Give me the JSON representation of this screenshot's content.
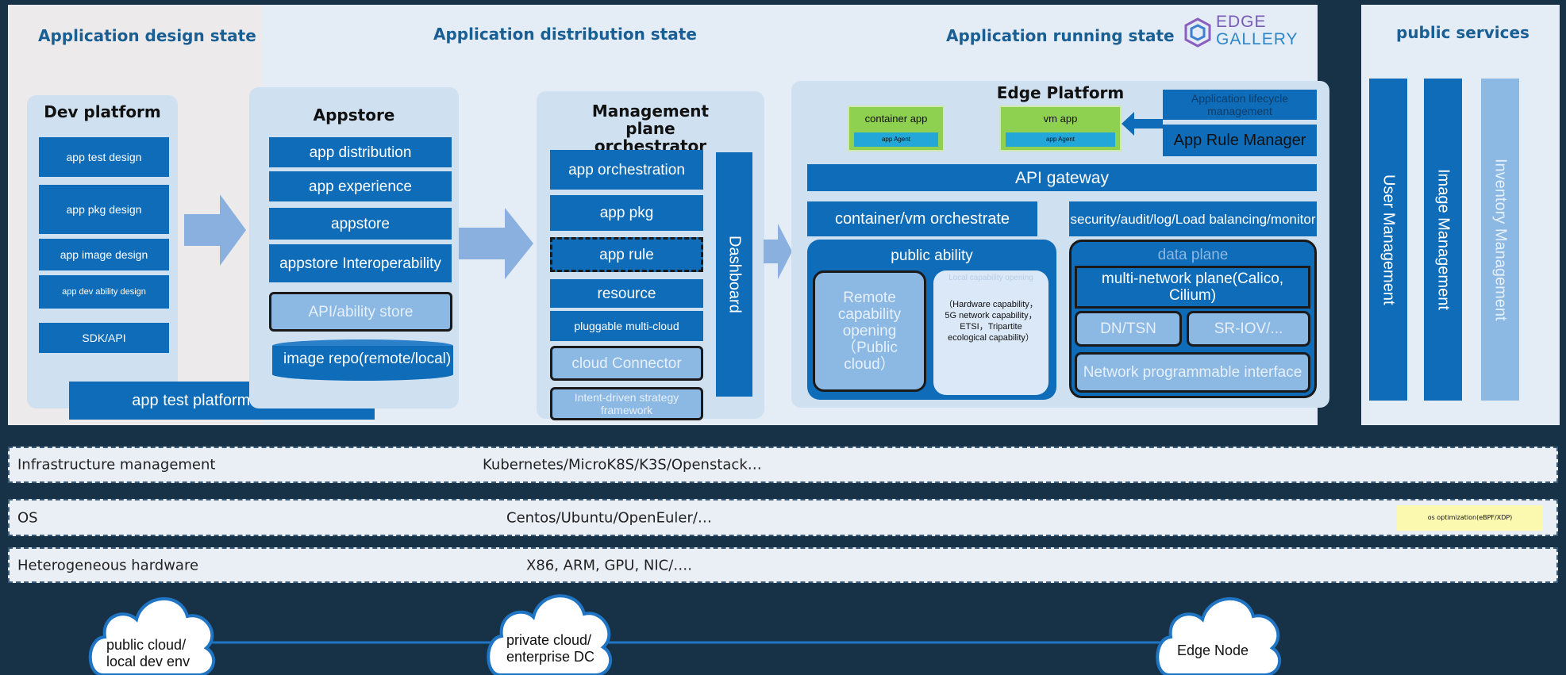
{
  "headers": {
    "design_state": "Application design state",
    "distribution_state": "Application distribution state",
    "running_state": "Application running state",
    "public_services": "public services"
  },
  "logo": {
    "line1": "EDGE",
    "line2": "GALLERY"
  },
  "dev_platform": {
    "title": "Dev platform",
    "items": [
      "app test design",
      "app pkg design",
      "app image design",
      "app dev ability design",
      "SDK/API"
    ],
    "atp": "app test platform（ATP）"
  },
  "appstore": {
    "title": "Appstore",
    "items": [
      "app distribution",
      "app experience",
      "appstore",
      "appstore Interoperability"
    ],
    "ability_store": "API/ability store",
    "image_repo": "image repo(remote/local)"
  },
  "mgmt": {
    "title": "Management plane orchestrator",
    "items": [
      "app orchestration",
      "app pkg",
      "app rule",
      "resource",
      "pluggable multi-cloud",
      "cloud Connector",
      "Intent-driven strategy framework"
    ],
    "dashboard": "Dashboard"
  },
  "edge": {
    "title": "Edge Platform",
    "container_app": "container app",
    "vm_app": "vm app",
    "app_agent": "app Agent",
    "lifecycle": "Application lifecycle management",
    "rule_manager": "App Rule Manager",
    "api_gateway": "API gateway",
    "orchestrate": "container/vm orchestrate",
    "security": "security/audit/log/Load balancing/monitor",
    "public_ability": "public ability",
    "remote": "Remote capability opening （Public cloud）",
    "local_cap_title": "Local capability opening",
    "local_cap_body": "（Hardware capability，5G network capability，ETSI，Tripartite ecological capability）",
    "data_plane": "data plane",
    "multi_network": "multi-network plane(Calico, Cilium)",
    "dn_tsn": "DN/TSN",
    "sr_iov": "SR-IOV/...",
    "npi": "Network programmable interface"
  },
  "services": [
    "User Management",
    "Image Management",
    "Inventory Management"
  ],
  "infra": {
    "row1_label": "Infrastructure management",
    "row1_value": "Kubernetes/MicroK8S/K3S/Openstack…",
    "row2_label": "OS",
    "row2_value": "Centos/Ubuntu/OpenEuler/…",
    "row2_note": "os optimization(eBPF/XDP)",
    "row3_label": "Heterogeneous hardware",
    "row3_value": "X86, ARM, GPU, NIC/…."
  },
  "clouds": {
    "public": "public cloud/ local dev env",
    "private": "private cloud/ enterprise DC",
    "edge": "Edge Node"
  },
  "colors": {
    "accent": "#0e6cb9",
    "light": "#8cb8e4",
    "panel": "#cfe0f1",
    "green": "#8ed04f",
    "arrow": "#8ab0e0"
  }
}
